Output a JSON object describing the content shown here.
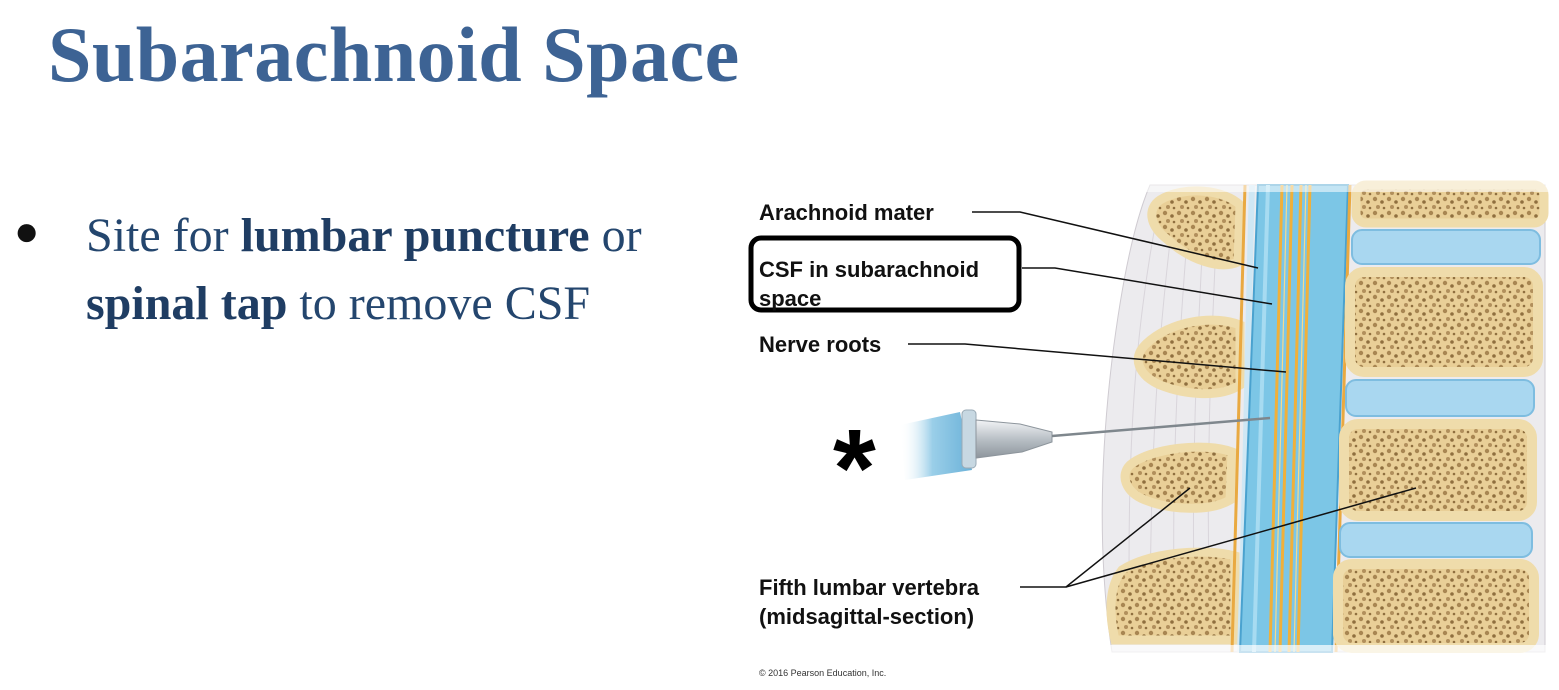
{
  "title": "Subarachnoid Space",
  "bullet": {
    "part1": "Site for ",
    "bold1": "lumbar puncture",
    "part2": " or ",
    "bold2": "spinal tap",
    "part3": " to remove CSF"
  },
  "diagram": {
    "labels": {
      "arachnoid": "Arachnoid mater",
      "csf_line1": "CSF in subarachnoid",
      "csf_line2": "space",
      "nerve_roots": "Nerve roots",
      "vertebra_line1": "Fifth lumbar vertebra",
      "vertebra_line2": "(midsagittal-section)"
    },
    "marker": "*",
    "copyright": "© 2016 Pearson Education, Inc.",
    "colors": {
      "csf": "#7cc6e6",
      "bone": "#f3dfae",
      "spongy": "#a88652",
      "disc": "#a9d7f0",
      "nerve": "#f0b03a",
      "tissue": "#ece9ea",
      "title": "#3d6394"
    }
  }
}
